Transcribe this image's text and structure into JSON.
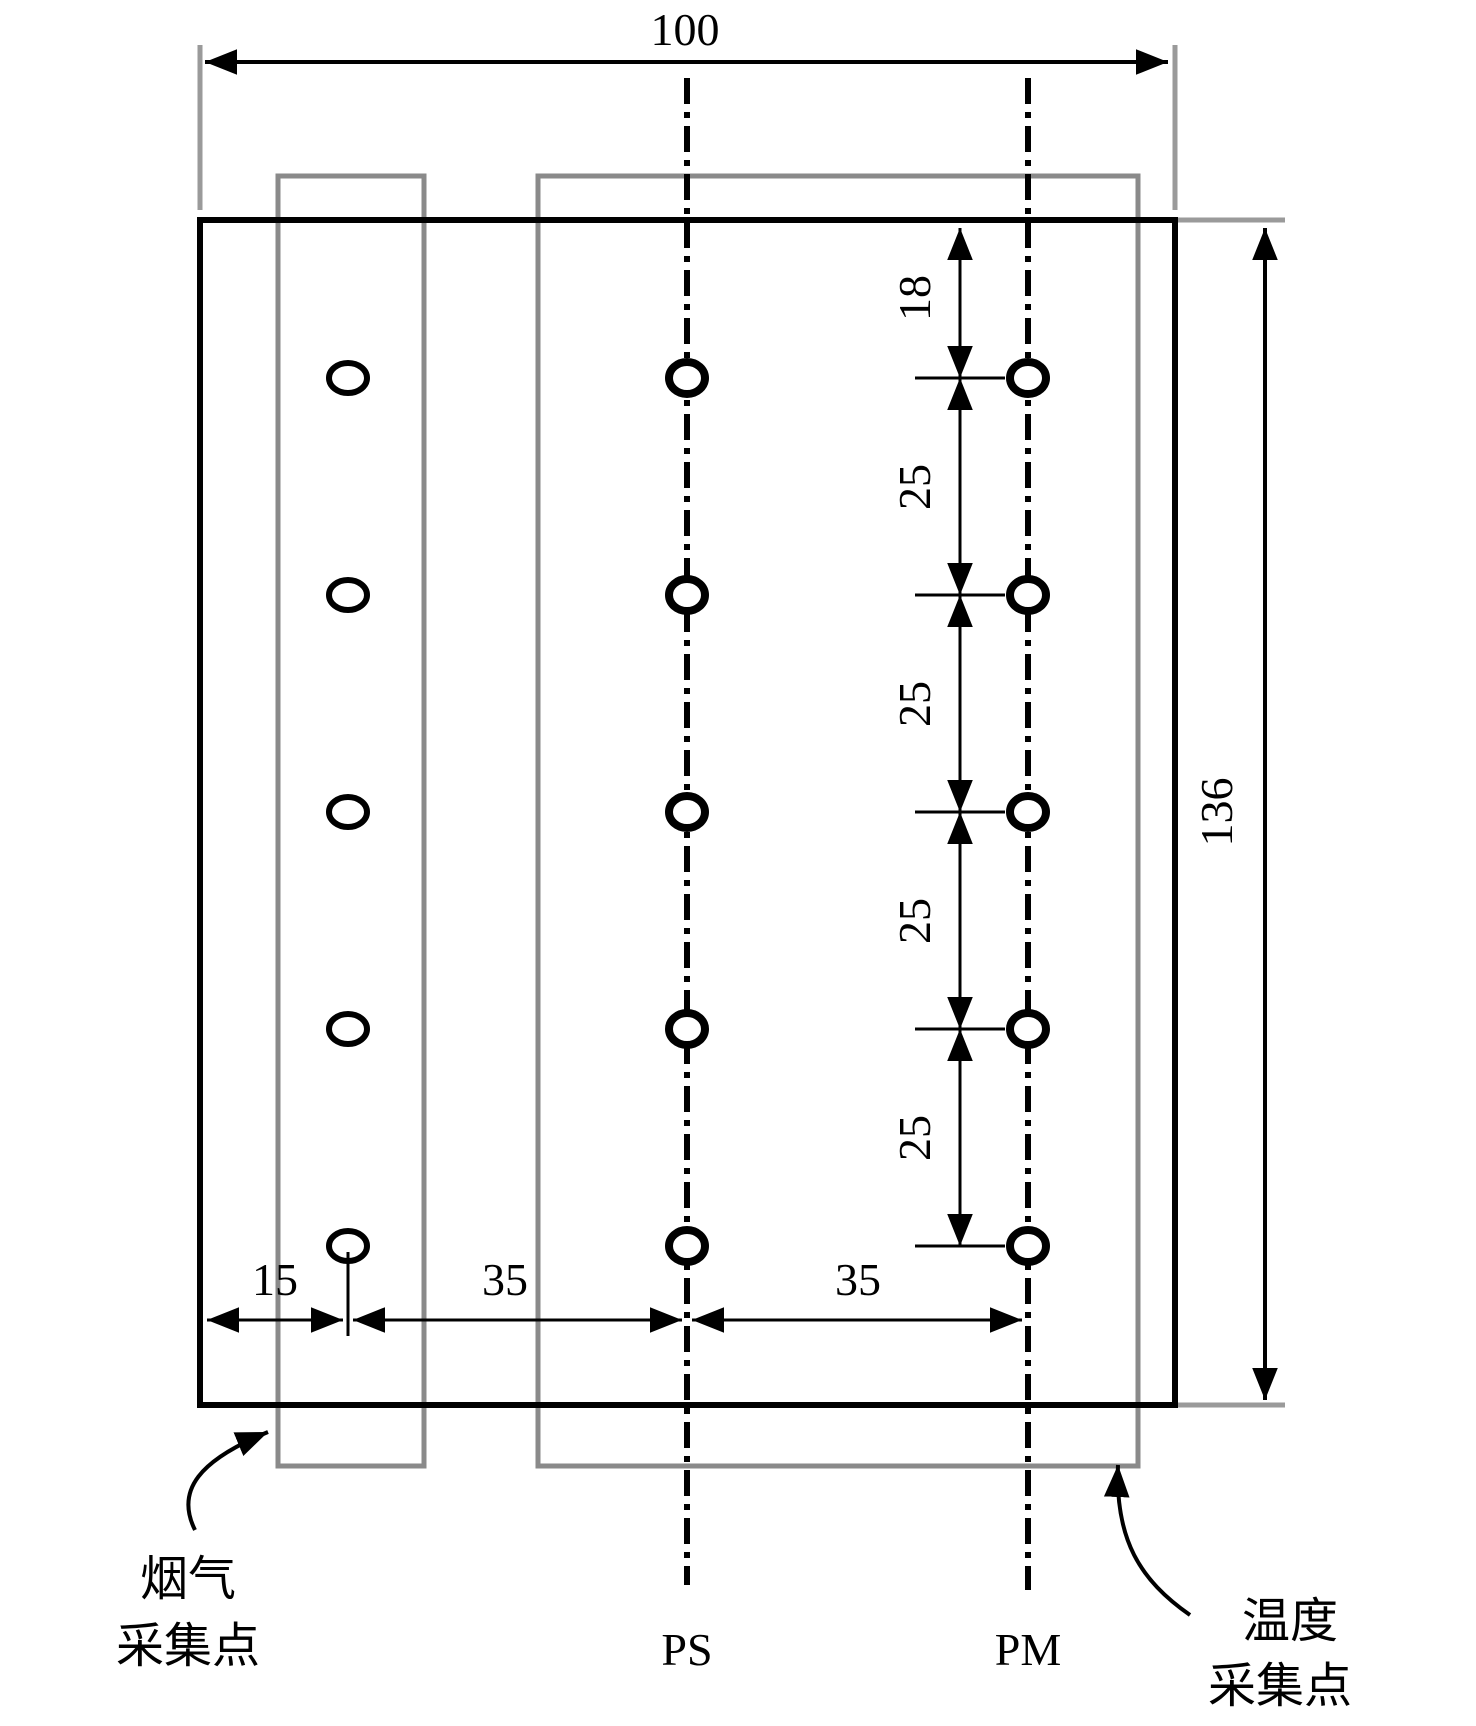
{
  "dimensions": {
    "overall_width": "100",
    "overall_height": "136",
    "first_offset": "18",
    "spacings": [
      "25",
      "25",
      "25",
      "25"
    ],
    "col_offset": "15",
    "col_spacing_1": "35",
    "col_spacing_2": "35"
  },
  "labels": {
    "ps": "PS",
    "pm": "PM",
    "flue_gas_line1": "烟气",
    "flue_gas_line2": "采集点",
    "temp_line1": "温度",
    "temp_line2": "采集点"
  },
  "points_per_column": 5
}
